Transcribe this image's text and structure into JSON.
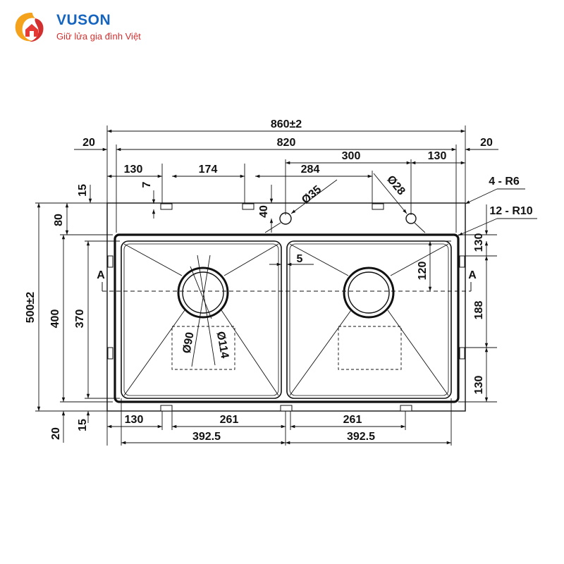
{
  "brand": {
    "name": "VUSON",
    "slogan": "Giữ lửa gia đình Việt",
    "color_primary": "#1565c0",
    "color_accent": "#d32f2f"
  },
  "dimensions": {
    "overall_width": "860±2",
    "inner_width": "820",
    "side_left": "20",
    "side_right": "20",
    "hole_offset_left": "130",
    "hole_span": "174",
    "tap_pos_a": "284",
    "tap_pos_b": "300",
    "hole_offset_right": "130",
    "radius_outer": "4 - R6",
    "radius_inner": "12 - R10",
    "tap_hole_big": "Ø35",
    "tap_hole_small": "Ø28",
    "notch_7": "7",
    "tab_15_top": "15",
    "tab_40": "40",
    "left_80": "80",
    "overall_depth": "500±2",
    "inner_depth": "400",
    "bowl_depth": "370",
    "right_top_130": "130",
    "right_120": "120",
    "right_188": "188",
    "right_bottom_130": "130",
    "divider_5": "5",
    "drain_90": "Ø90",
    "drain_114": "Ø114",
    "section_mark": "A",
    "bottom_left_130": "130",
    "bottom_261_left": "261",
    "bottom_261_right": "261",
    "bowl_width_left": "392.5",
    "bowl_width_right": "392.5",
    "bottom_15": "15",
    "bottom_20": "20"
  }
}
